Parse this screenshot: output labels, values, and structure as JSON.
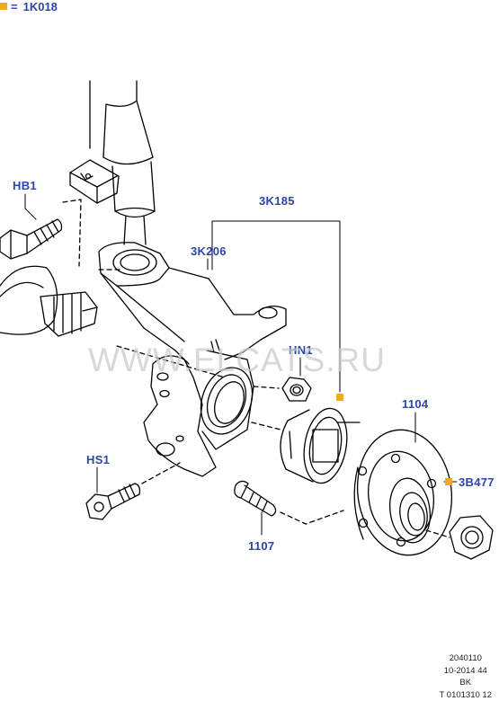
{
  "legend": {
    "code": "1K018",
    "equals": "=",
    "marker_color": "#f5a623"
  },
  "labels": {
    "hb1": "HB1",
    "k185": "3K185",
    "k206": "3K206",
    "hn1": "HN1",
    "p1104": "1104",
    "hs1": "HS1",
    "b477": "3B477",
    "p1107": "1107"
  },
  "watermark": "WWW.ELCATS.RU",
  "info": {
    "line1": "2040110",
    "line2": "10-2014 44",
    "line3": "BK",
    "line4": "T 0101310 12"
  },
  "colors": {
    "label": "#2b46a8",
    "marker": "#f5a623",
    "line": "#000000"
  }
}
